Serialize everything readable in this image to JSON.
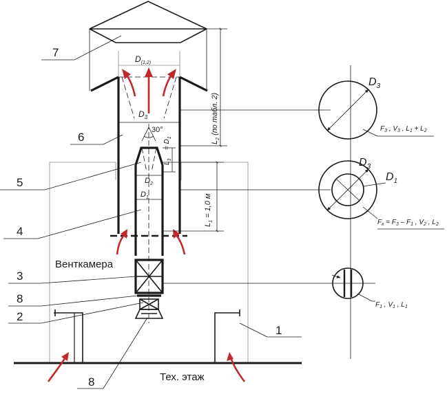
{
  "colors": {
    "line": "#1a1a1a",
    "arrow": "#c0282d",
    "guide": "#8a8a8a"
  },
  "callouts": {
    "n1": "1",
    "n2": "2",
    "n3": "3",
    "n4": "4",
    "n5": "5",
    "n6": "6",
    "n7": "7",
    "n8a": "8",
    "n8b": "8"
  },
  "labels": {
    "ventkamera": "Венткамера",
    "tech_floor": "Тех. этаж",
    "angle": "30°"
  },
  "dims": {
    "d12": {
      "base": "D",
      "sub": "(1,2)"
    },
    "d3_shaft": {
      "base": "D",
      "sub": "3"
    },
    "d2": {
      "base": "D",
      "sub": "2"
    },
    "d1": {
      "base": "D",
      "sub": "1"
    },
    "d1_cone": {
      "base": "= D",
      "sub": "1"
    },
    "l3": {
      "base": "L",
      "sub": "3"
    },
    "l1": {
      "base": "L",
      "sub": "1",
      "tail": " = 1,0 м"
    },
    "l2": {
      "base": "L",
      "sub": "2",
      "tail": " (по табл. 2)"
    }
  },
  "sections": {
    "top": {
      "diameter": {
        "base": "D",
        "sub": "3"
      },
      "formula": [
        {
          "base": "F",
          "sub": "3"
        },
        {
          "base": ", V",
          "sub": "3"
        },
        {
          "base": ", L",
          "sub": "1"
        },
        {
          "base": " + L",
          "sub": "2"
        }
      ]
    },
    "middle": {
      "outer": {
        "base": "D",
        "sub": "3"
      },
      "inner": {
        "base": "D",
        "sub": "1"
      },
      "formula": [
        {
          "base": "F",
          "sub": "к"
        },
        {
          "base": " = F",
          "sub": "3"
        },
        {
          "base": " – F",
          "sub": "1"
        },
        {
          "base": ", V",
          "sub": "2"
        },
        {
          "base": ", L",
          "sub": "2"
        }
      ]
    },
    "bottom": {
      "formula": [
        {
          "base": "F",
          "sub": "1"
        },
        {
          "base": ", V",
          "sub": "1"
        },
        {
          "base": ", L",
          "sub": "1"
        }
      ]
    }
  }
}
